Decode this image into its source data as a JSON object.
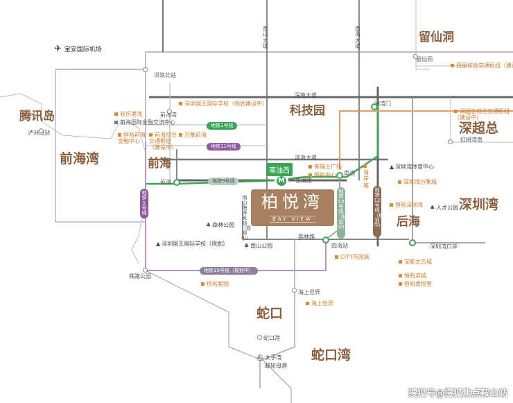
{
  "colors": {
    "road": "#777777",
    "purple": "#8e5a9e",
    "purple_line": "#a98bbf",
    "metro_green": "#3aa655",
    "orange": "#e08a2c",
    "sage": "#8fb39a",
    "brown_metro": "#8a6a55",
    "project": "#a8805f",
    "district_text": "#8b5e3c"
  },
  "airport": "宝安国际机场",
  "districts": {
    "liuxiandong": "留仙洞",
    "kejiyuan": "科技园",
    "tengxundao": "腾讯岛",
    "qianhaiwan": "前海湾",
    "qianhai": "前海",
    "shenchaozong": "深超总",
    "shenzhenwan": "深圳湾",
    "houhai": "后海",
    "shekou": "蛇口",
    "shekouwan": "蛇口湾"
  },
  "roads": {
    "nanshan_dadao": "南山大道",
    "nanhai_dadao": "南海大道",
    "shennan_dadao": "深南大道",
    "binhai_dadao": "滨海大道",
    "dongbin_lu": "东滨路",
    "yilin_lu": "荔林路",
    "hongchuang_bei": "洪浪北站"
  },
  "stations": {
    "liuxian": "留仙洞",
    "gangshan_men": "港湾门",
    "qianhai_wan_st": "前海湾",
    "qianhai_st": "前海",
    "nanyouxi": "南油西",
    "nanyou": "南油",
    "siwan": "四海站",
    "tielu_park": "铁路公园",
    "haishang_st": "海上世界",
    "shekou_port": "蛇口港",
    "shenzhenwan_kou": "深圳湾口岸",
    "honghe": "红树湾南",
    "luzhou": "泸洲南站"
  },
  "metro": {
    "line1": "地铁1号线",
    "line11": "地铁11号线",
    "line9": "地铁9号线",
    "line5": "地铁5号线",
    "line12": "地铁12号线（规划中）",
    "line13": "地铁13号线（规划中）",
    "line15": "地铁15号线（规划中）",
    "nanshan_line": "南山海洋支线（规划中）"
  },
  "pois": {
    "xinyi": "西丽综合交通枢纽（建设中）",
    "international_school": "深圳国王国际学校（规划建设中）",
    "huanle": "欢乐港湾",
    "qh_financial": "前海国际金融交流中心",
    "hengyu_qh": "恒裕前海金融中心",
    "qh_transport": "前海综合交通枢纽（建设中）",
    "wanxiang_qh": "万象前海",
    "laifu": "来福士广场",
    "hengyu_center": "恒裕中心",
    "houhai_city": "海岸城",
    "sz_sports": "深圳湾体育中心",
    "sz_wanxiang": "深圳湾万象城",
    "hengyu_sz": "恒裕深圳湾",
    "shenchaozong_hub": "深超总综合交通枢纽（建设中）",
    "rencai": "人才公园",
    "senlin": "森林公园",
    "nanshan_park": "南山公园",
    "school2": "深圳国王国际学校（规划）",
    "city_garden": "CITY花园城",
    "baoneng": "宝能太古城",
    "hengyu_bin": "恒裕滨城",
    "hengyu_xiang": "恒裕香悦里",
    "hengyu_ziyuan": "恒裕紫园",
    "haishang_poi": "海上世界",
    "taizi": "太子湾",
    "youlun": "邮轮母港"
  },
  "project": {
    "name_cn": "柏悦湾",
    "name_en": "BAY VIEW"
  },
  "watermark": "搜狐号@搜狐焦点鞍山站"
}
